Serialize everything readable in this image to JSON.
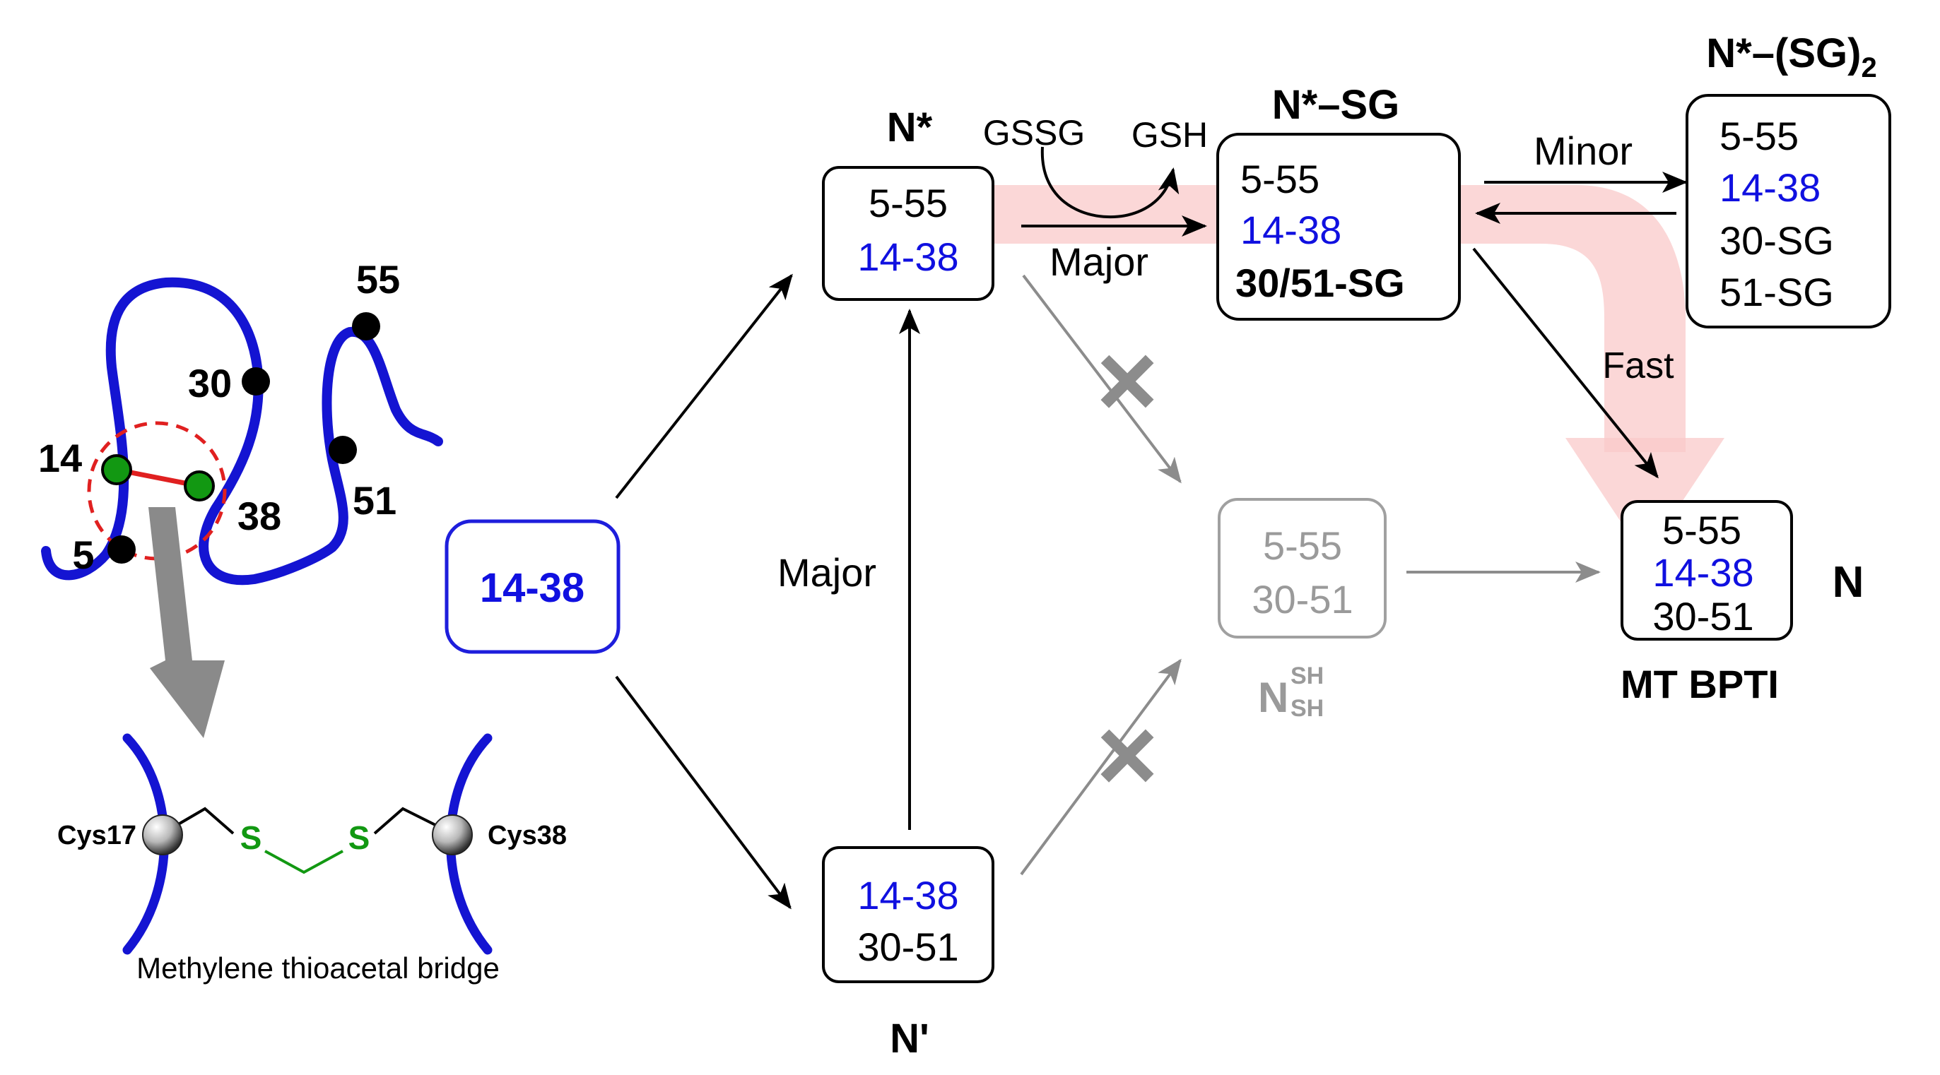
{
  "colors": {
    "blue": "#1010e0",
    "black": "#000000",
    "gray": "#9a9a9a",
    "red": "#e02020",
    "green": "#129812",
    "pink_band": "#f9c9c9",
    "protein_chain": "#1414d2"
  },
  "protein_sketch": {
    "residues": [
      "55",
      "30",
      "14",
      "38",
      "51",
      "5"
    ],
    "bridge_labels": {
      "left_cys": "Cys17",
      "right_cys": "Cys38",
      "s1": "S",
      "s2": "S",
      "caption": "Methylene thioacetal bridge"
    }
  },
  "start_box": {
    "line1": "14-38"
  },
  "nstar": {
    "title": "N*",
    "line1": "5-55",
    "line2": "14-38"
  },
  "nprime": {
    "title": "N'",
    "line1": "14-38",
    "line2": "30-51"
  },
  "nsg": {
    "title": "N*–SG",
    "line1": "5-55",
    "line2": "14-38",
    "line3": "30/51-SG"
  },
  "nsg2": {
    "title_main": "N*–(SG)",
    "title_sub": "2",
    "line1": "5-55",
    "line2": "14-38",
    "line3": "30-SG",
    "line4": "51-SG"
  },
  "nsh": {
    "title_main": "N",
    "title_sup": "SH",
    "title_sub": "SH",
    "line1": "5-55",
    "line2": "30-51"
  },
  "native": {
    "label": "N",
    "caption": "MT BPTI",
    "line1": "5-55",
    "line2": "14-38",
    "line3": "30-51"
  },
  "arrow_labels": {
    "gssg": "GSSG",
    "gsh": "GSH",
    "major_top": "Major",
    "major_vertical": "Major",
    "minor": "Minor",
    "fast": "Fast"
  },
  "blocked_marks": [
    "×",
    "×"
  ]
}
